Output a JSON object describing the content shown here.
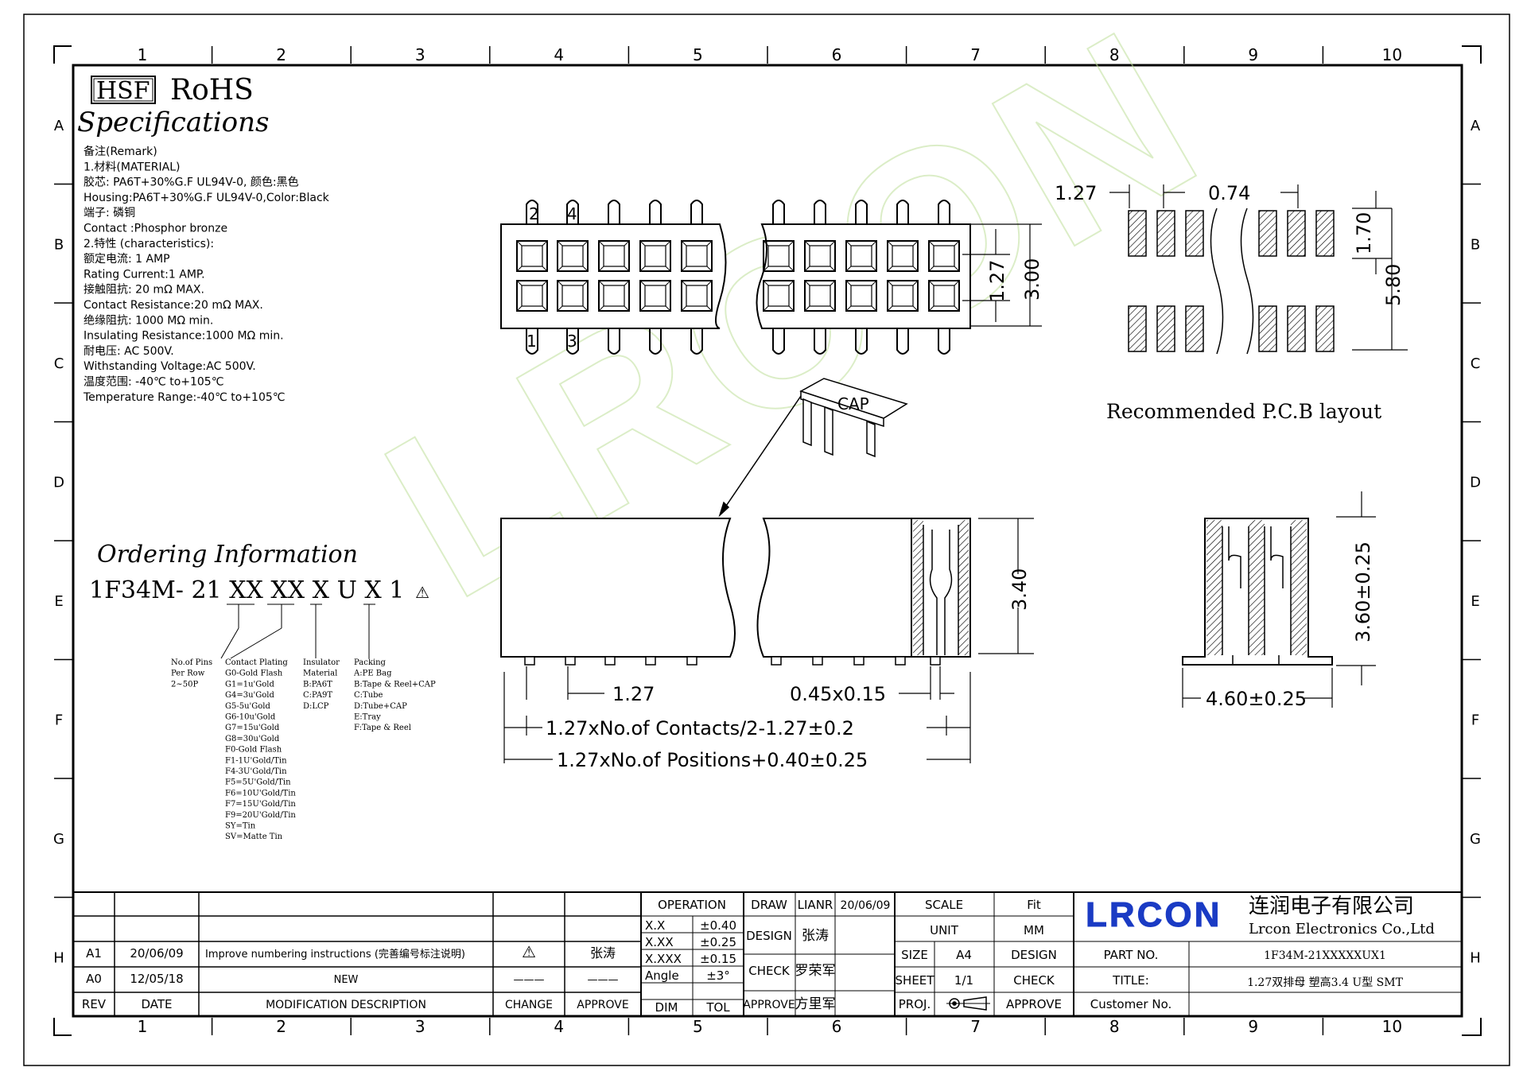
{
  "grid": {
    "columns": [
      "1",
      "2",
      "3",
      "4",
      "5",
      "6",
      "7",
      "8",
      "9",
      "10"
    ],
    "rows": [
      "A",
      "B",
      "C",
      "D",
      "E",
      "F",
      "G",
      "H"
    ]
  },
  "header": {
    "hsf": "HSF",
    "rohs": "RoHS"
  },
  "specifications": {
    "title": "Specifications",
    "lines": [
      "备注(Remark)",
      "1.材料(MATERIAL)",
      "胶芯: PA6T+30%G.F UL94V-0, 颜色:黑色",
      "Housing:PA6T+30%G.F UL94V-0,Color:Black",
      "端子: 磷铜",
      "Contact :Phosphor bronze",
      "2.特性 (characteristics):",
      "额定电流: 1 AMP",
      "Rating Current:1 AMP.",
      "接触阻抗: 20 mΩ MAX.",
      "Contact Resistance:20 mΩ MAX.",
      "绝缘阻抗: 1000 MΩ min.",
      "Insulating Resistance:1000 MΩ min.",
      "耐电压: AC 500V.",
      "Withstanding Voltage:AC 500V.",
      "温度范围: -40℃ to+105℃",
      "Temperature Range:-40℃ to+105℃"
    ]
  },
  "ordering": {
    "title": "Ordering Information",
    "code": "1F34M- 21 XX XX X U X 1",
    "groups": [
      {
        "lines": [
          "No.of Pins",
          "Per Row",
          "2~50P"
        ]
      },
      {
        "lines": [
          "Contact Plating",
          "G0-Gold Flash",
          "G1=1u'Gold",
          "G4=3u'Gold",
          "G5-5u'Gold",
          "G6-10u'Gold",
          "G7=15u'Gold",
          "G8=30u'Gold",
          "F0-Gold Flash",
          "F1-1U'Gold/Tin",
          "F4-3U'Gold/Tin",
          "F5=5U'Gold/Tin",
          "F6=10U'Gold/Tin",
          "F7=15U'Gold/Tin",
          "F9=20U'Gold/Tin",
          "SY=Tin",
          "SV=Matte Tin"
        ]
      },
      {
        "lines": [
          "Insulator",
          "Material",
          "B:PA6T",
          "C:PA9T",
          "D:LCP"
        ]
      },
      {
        "lines": [
          "Packing",
          "A:PE Bag",
          "B:Tape & Reel+CAP",
          "C:Tube",
          "D:Tube+CAP",
          "E:Tray",
          "F:Tape & Reel"
        ]
      }
    ]
  },
  "top_view": {
    "pin_labels": [
      "2",
      "4",
      "1",
      "3"
    ],
    "dims": [
      "1.27",
      "3.00"
    ]
  },
  "pcb_layout": {
    "title": "Recommended P.C.B layout",
    "dims": [
      "1.27",
      "0.74",
      "1.70",
      "5.80"
    ]
  },
  "cap_label": "CAP",
  "side_view": {
    "dims": [
      "3.40",
      "1.27",
      "0.45x0.15",
      "1.27xNo.of Contacts/2-1.27±0.2",
      "1.27xNo.of Positions+0.40±0.25"
    ]
  },
  "end_view": {
    "dims": [
      "3.60±0.25",
      "4.60±0.25"
    ]
  },
  "watermark": "LRCON",
  "title_block": {
    "revisions": [
      {
        "rev": "A1",
        "date": "20/06/09",
        "desc": "Improve numbering instructions (完善编号标注说明)",
        "change": "⚠",
        "approve": "张涛"
      },
      {
        "rev": "A0",
        "date": "12/05/18",
        "desc": "NEW",
        "change": "———",
        "approve": "———"
      }
    ],
    "rev_header": {
      "rev": "REV",
      "date": "DATE",
      "desc": "MODIFICATION DESCRIPTION",
      "change": "CHANGE",
      "approve": "APPROVE"
    },
    "operation": {
      "title": "OPERATION",
      "rows": [
        [
          "X.X",
          "±0.40"
        ],
        [
          "X.XX",
          "±0.25"
        ],
        [
          "X.XXX",
          "±0.15"
        ],
        [
          "Angle",
          "±3°"
        ]
      ],
      "footer": [
        "DIM",
        "TOL"
      ]
    },
    "draw": {
      "draw": "DRAW",
      "drawer": "LIANR",
      "draw_date": "20/06/09",
      "design": "DESIGN",
      "designer": "张涛",
      "check": "CHECK",
      "checker": "罗荣军",
      "approve": "APPROVE",
      "approver": "方里军"
    },
    "scale": {
      "scale": "SCALE",
      "fit": "Fit",
      "unit": "UNIT",
      "mm": "MM",
      "size": "SIZE",
      "a4": "A4",
      "design": "DESIGN",
      "sheet": "SHEET",
      "sheet_val": "1/1",
      "check": "CHECK",
      "proj": "PROJ.",
      "approve": "APPROVE"
    },
    "company": {
      "logo": "LRCON",
      "cn": "连润电子有限公司",
      "en": "Lrcon Electronics Co.,Ltd"
    },
    "part": {
      "part_label": "PART NO.",
      "part_no": "1F34M-21XXXXXUX1",
      "title_label": "TITLE:",
      "title": "1.27双排母 塑高3.4 U型 SMT",
      "customer": "Customer No."
    },
    "colors": {
      "logo": "#1a3bc4",
      "watermark": "#cfe8b0"
    }
  }
}
